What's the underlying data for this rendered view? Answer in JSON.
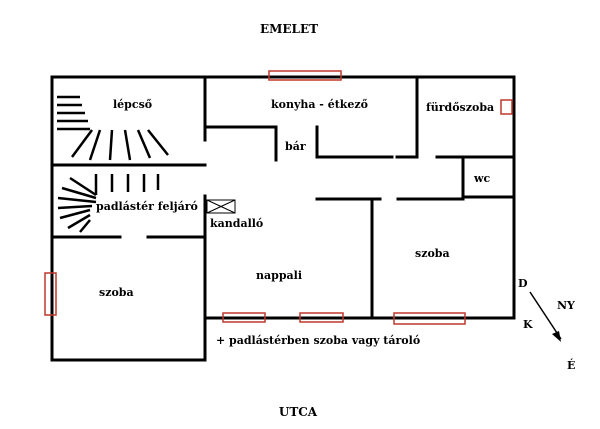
{
  "title_top": "EMELET",
  "title_bottom": "UTCA",
  "rooms": {
    "stairs": "lépcső",
    "kitchen": "konyha - étkező",
    "bathroom": "fürdőszoba",
    "bar": "bár",
    "wc": "wc",
    "attic_stairs": "padlástér feljáró",
    "fireplace": "kandalló",
    "living": "nappali",
    "room_right": "szoba",
    "room_left": "szoba"
  },
  "note": "+ padlástérben szoba vagy tároló",
  "compass": {
    "north": "D",
    "east": "NY",
    "west": "K",
    "south": "É"
  },
  "colors": {
    "window": "#c0392b",
    "wall": "#000000"
  }
}
